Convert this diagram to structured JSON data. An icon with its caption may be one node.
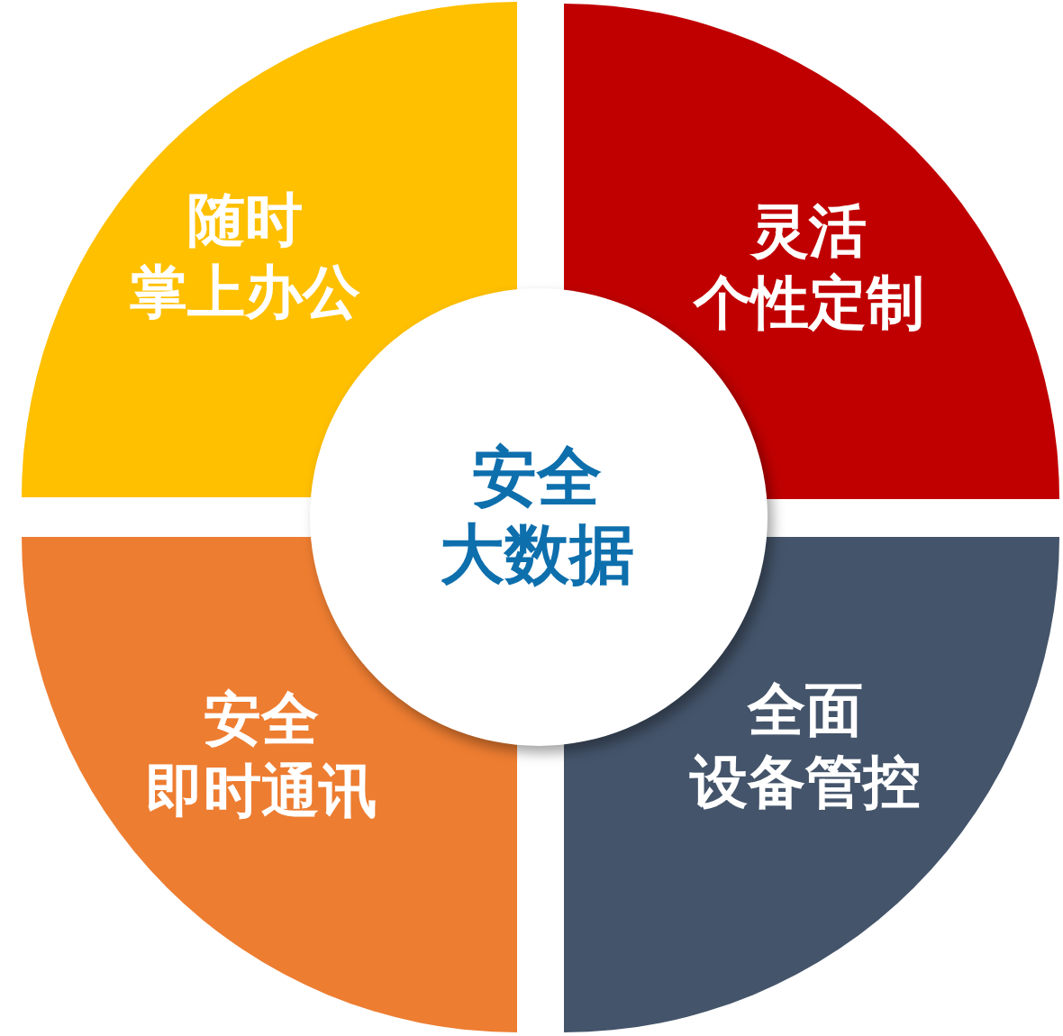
{
  "diagram": {
    "nodes": [
      {
        "text": [
          "随时",
          "掌上办公"
        ]
      },
      {
        "text": [
          "灵活",
          "个性定制"
        ]
      },
      {
        "text": [
          "安全",
          "大数据"
        ]
      },
      {
        "text": [
          "安全",
          "即时通讯"
        ]
      },
      {
        "text": [
          "全面",
          "设备管控"
        ]
      }
    ]
  }
}
